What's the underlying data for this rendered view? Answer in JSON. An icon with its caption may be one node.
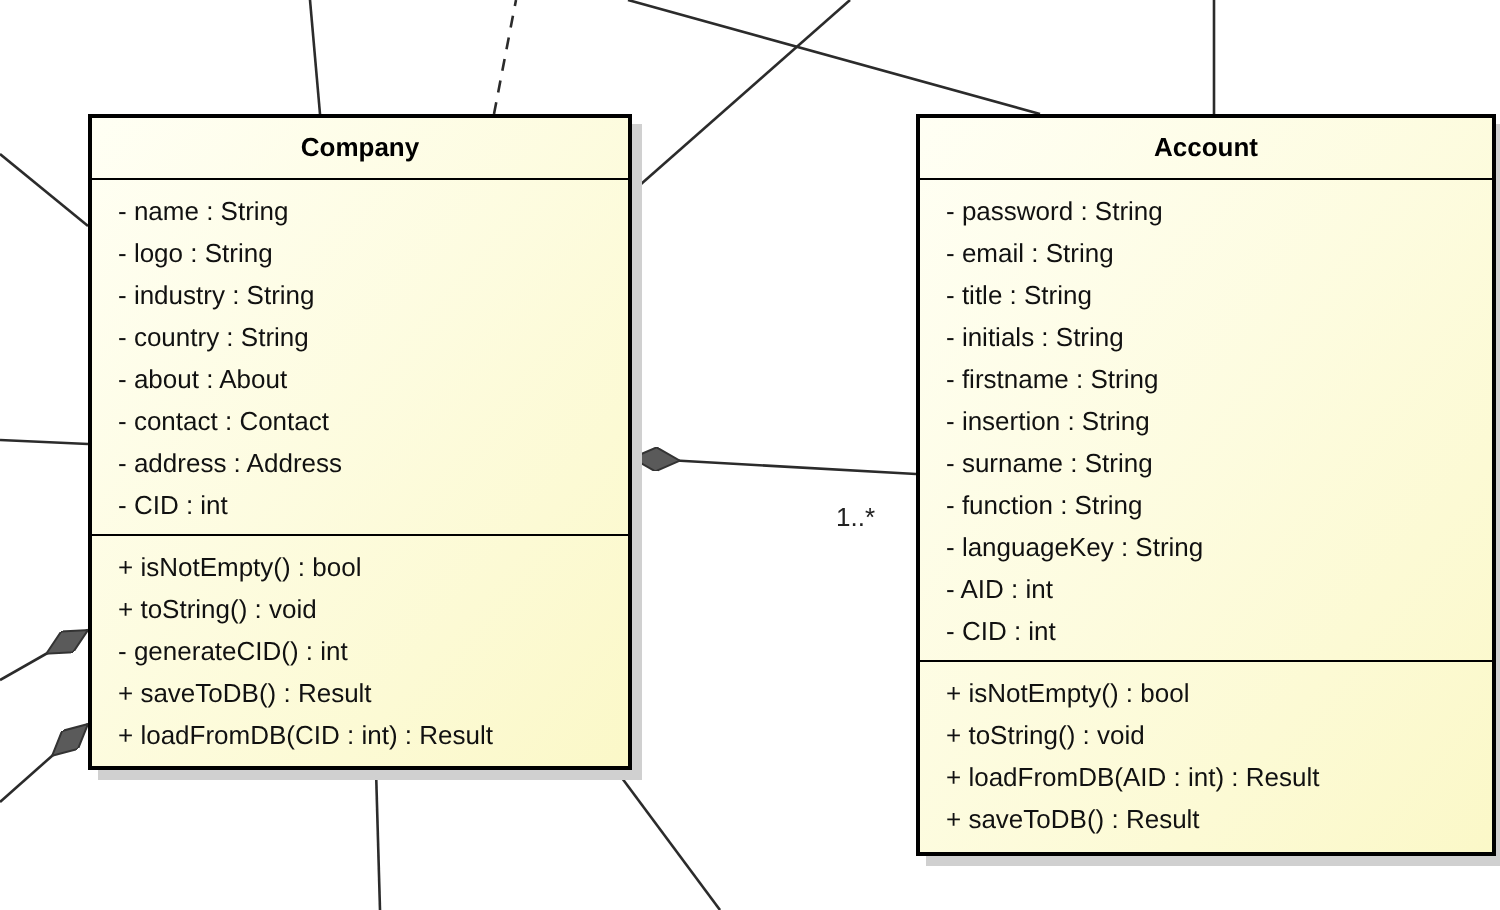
{
  "diagram": {
    "nodes": [
      {
        "text": [
          "Company",
          "- name : String",
          "- logo : String",
          "- industry : String",
          "- country : String",
          "- about : About",
          "- contact : Contact",
          "- address : Address",
          "- CID : int",
          "+ isNotEmpty() : bool",
          "+ toString() : void",
          "- generateCID() : int",
          "+ saveToDB() : Result",
          "+ loadFromDB(CID : int) : Result"
        ]
      },
      {
        "text": [
          "Account",
          "- password : String",
          "- email : String",
          "- title : String",
          "- initials : String",
          "- firstname : String",
          "- insertion : String",
          "- surname : String",
          "- function : String",
          "- languageKey : String",
          "- AID : int",
          "- CID : int",
          "+ isNotEmpty() : bool",
          "+ toString() : void",
          "+ loadFromDB(AID : int) : Result",
          "+ saveToDB() : Result"
        ]
      }
    ],
    "edges": [
      {
        "from": 0,
        "to": 1,
        "arrow": "other",
        "label": "1..*"
      },
      {
        "from": 0,
        "to": null,
        "arrow": "none"
      },
      {
        "from": 0,
        "to": null,
        "arrow": "none",
        "style": "dashed"
      },
      {
        "from": 0,
        "to": null,
        "arrow": "none"
      },
      {
        "from": 1,
        "to": null,
        "arrow": "none"
      },
      {
        "from": 1,
        "to": null,
        "arrow": "none"
      },
      {
        "from": 0,
        "to": null,
        "arrow": "none"
      },
      {
        "from": 0,
        "to": null,
        "arrow": "none"
      },
      {
        "from": 0,
        "to": null,
        "arrow": "other"
      },
      {
        "from": 0,
        "to": null,
        "arrow": "other"
      },
      {
        "from": 0,
        "to": null,
        "arrow": "none"
      },
      {
        "from": 0,
        "to": null,
        "arrow": "none"
      }
    ]
  }
}
